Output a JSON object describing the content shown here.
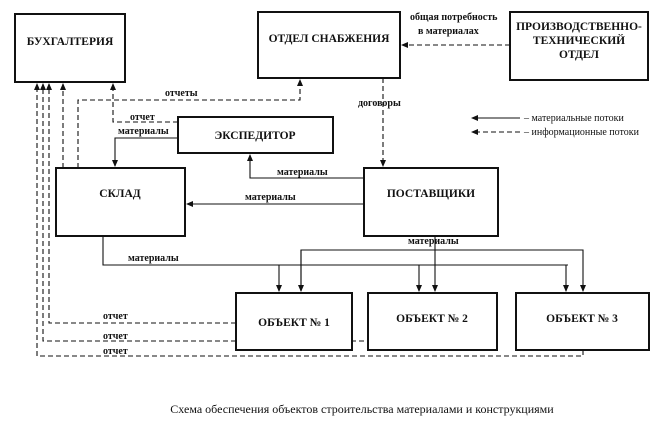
{
  "nodes": {
    "accounting": "БУХГАЛТЕРИЯ",
    "supply_dept": "ОТДЕЛ СНАБЖЕНИЯ",
    "production_dept": [
      "ПРОИЗВОДСТВЕННО-",
      "ТЕХНИЧЕСКИЙ",
      "ОТДЕЛ"
    ],
    "forwarder": "ЭКСПЕДИТОР",
    "warehouse": "СКЛАД",
    "suppliers": "ПОСТАВЩИКИ",
    "object1": "ОБЪЕКТ № 1",
    "object2": "ОБЪЕКТ № 2",
    "object3": "ОБЪЕКТ № 3"
  },
  "edges": {
    "total_need": [
      "общая потребность",
      "в материалах"
    ],
    "reports": "отчеты",
    "contracts": "договоры",
    "report": "отчет",
    "materials": "материалы"
  },
  "legend": {
    "material": "– материальные потоки",
    "info": "– информационные потоки"
  },
  "caption": "Схема обеспечения объектов строительства материалами и конструкциями"
}
